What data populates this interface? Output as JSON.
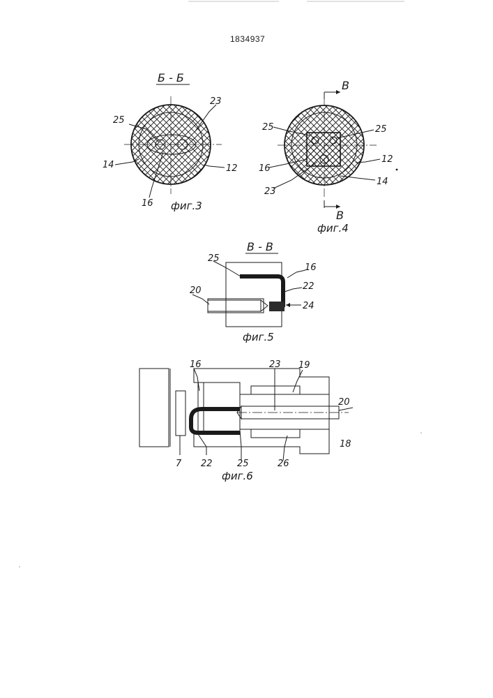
{
  "patent_number": "1834937",
  "figures": {
    "fig3": {
      "caption": "фиг.3",
      "section_label": "Б - Б",
      "labels": [
        "25",
        "23",
        "14",
        "12",
        "16"
      ]
    },
    "fig4": {
      "caption": "фиг.4",
      "section_mark_top": "В",
      "section_mark_bottom": "В",
      "labels": [
        "25",
        "25",
        "16",
        "12",
        "23",
        "14"
      ]
    },
    "fig5": {
      "caption": "фиг.5",
      "section_label": "В - В",
      "labels": [
        "25",
        "16",
        "20",
        "22",
        "24"
      ]
    },
    "fig6": {
      "caption": "фиг.6",
      "labels": [
        "16",
        "23",
        "19",
        "20",
        "7",
        "22",
        "25",
        "26",
        "18"
      ]
    }
  },
  "colors": {
    "ink": "#1a1a1a",
    "paper": "#ffffff"
  }
}
